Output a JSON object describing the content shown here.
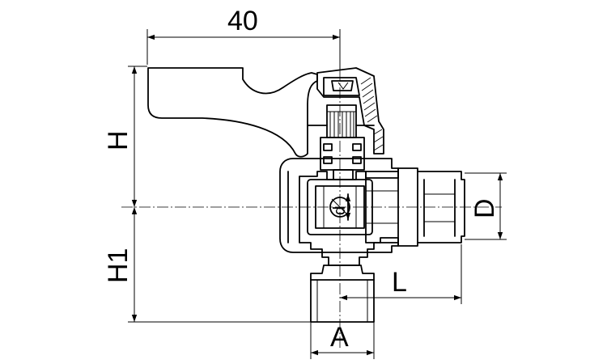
{
  "labels": {
    "width_top": "40",
    "height_upper": "H",
    "height_lower": "H1",
    "length": "L",
    "outlet_diameter": "D",
    "inlet_width": "A",
    "bore": "d"
  }
}
